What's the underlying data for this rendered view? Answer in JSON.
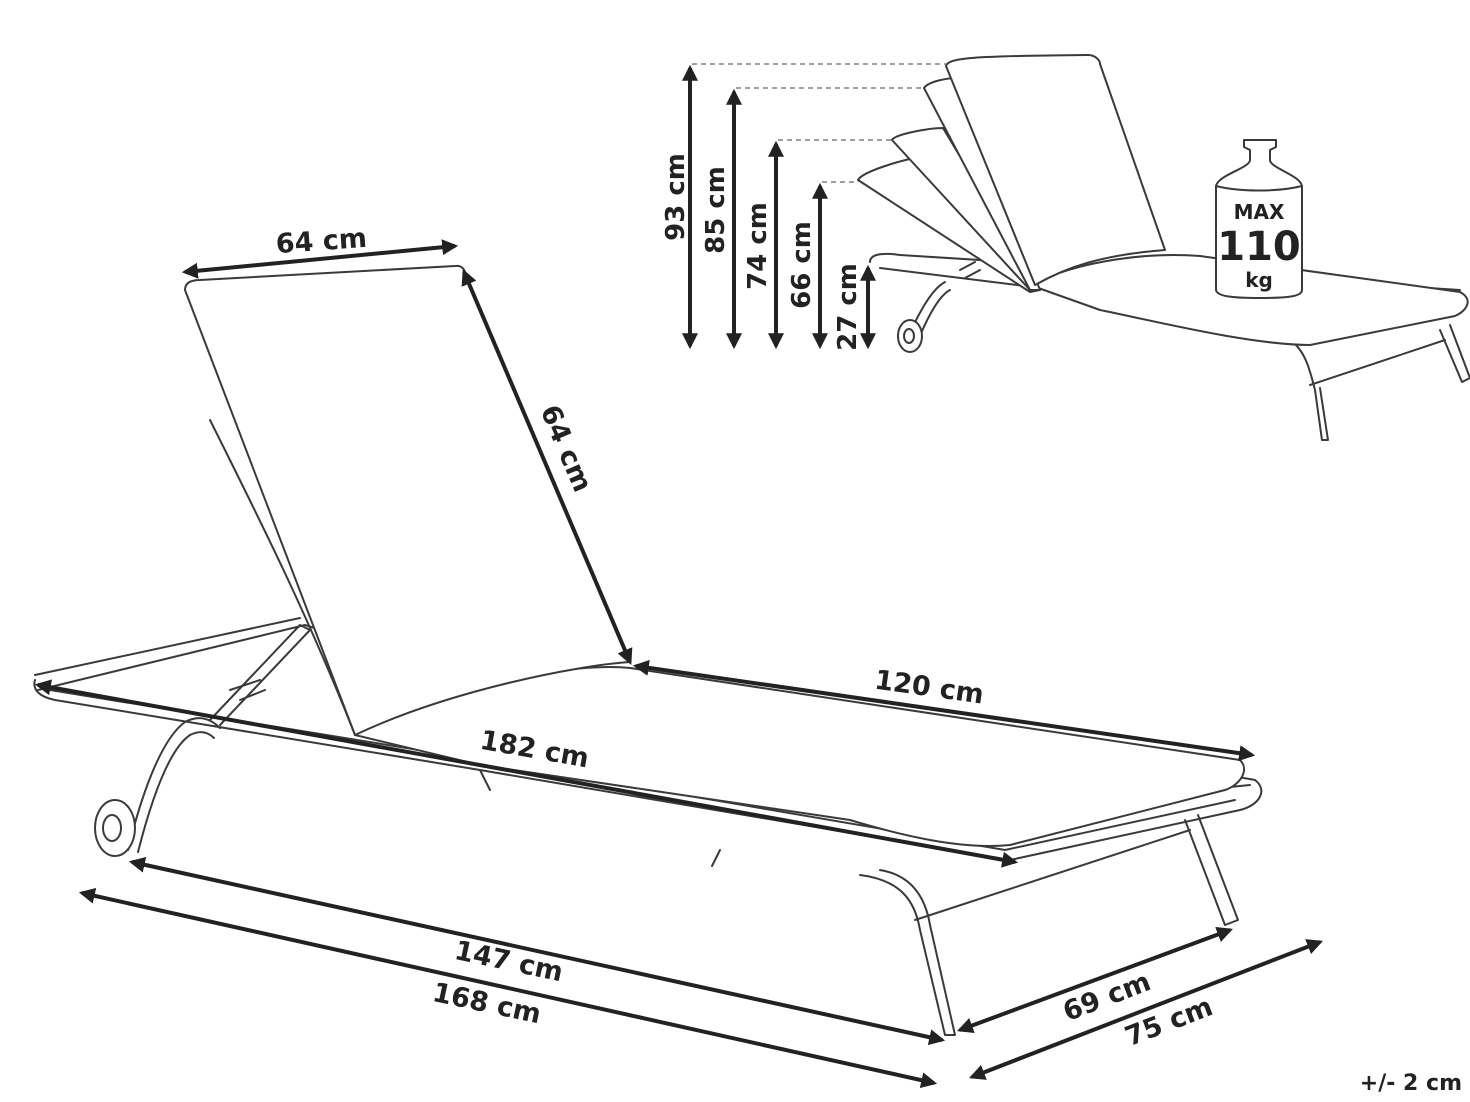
{
  "dimensions": {
    "backrest_width": "64 cm",
    "backrest_length": "64 cm",
    "seat_length": "120 cm",
    "total_length_cushion": "182 cm",
    "frame_length_inner": "147 cm",
    "frame_length_outer": "168 cm",
    "width_inner": "69 cm",
    "width_outer": "75 cm"
  },
  "heights": {
    "h93": "93 cm",
    "h85": "85 cm",
    "h74": "74 cm",
    "h66": "66 cm",
    "h27": "27 cm"
  },
  "max_load": {
    "label": "MAX",
    "value": "110",
    "unit": "kg"
  },
  "tolerance": "+/- 2 cm",
  "icons": {
    "weight": "kettlebell-weight-icon",
    "lounger": "sun-lounger-drawing",
    "lounger_small": "sun-lounger-reclining-positions-drawing"
  }
}
